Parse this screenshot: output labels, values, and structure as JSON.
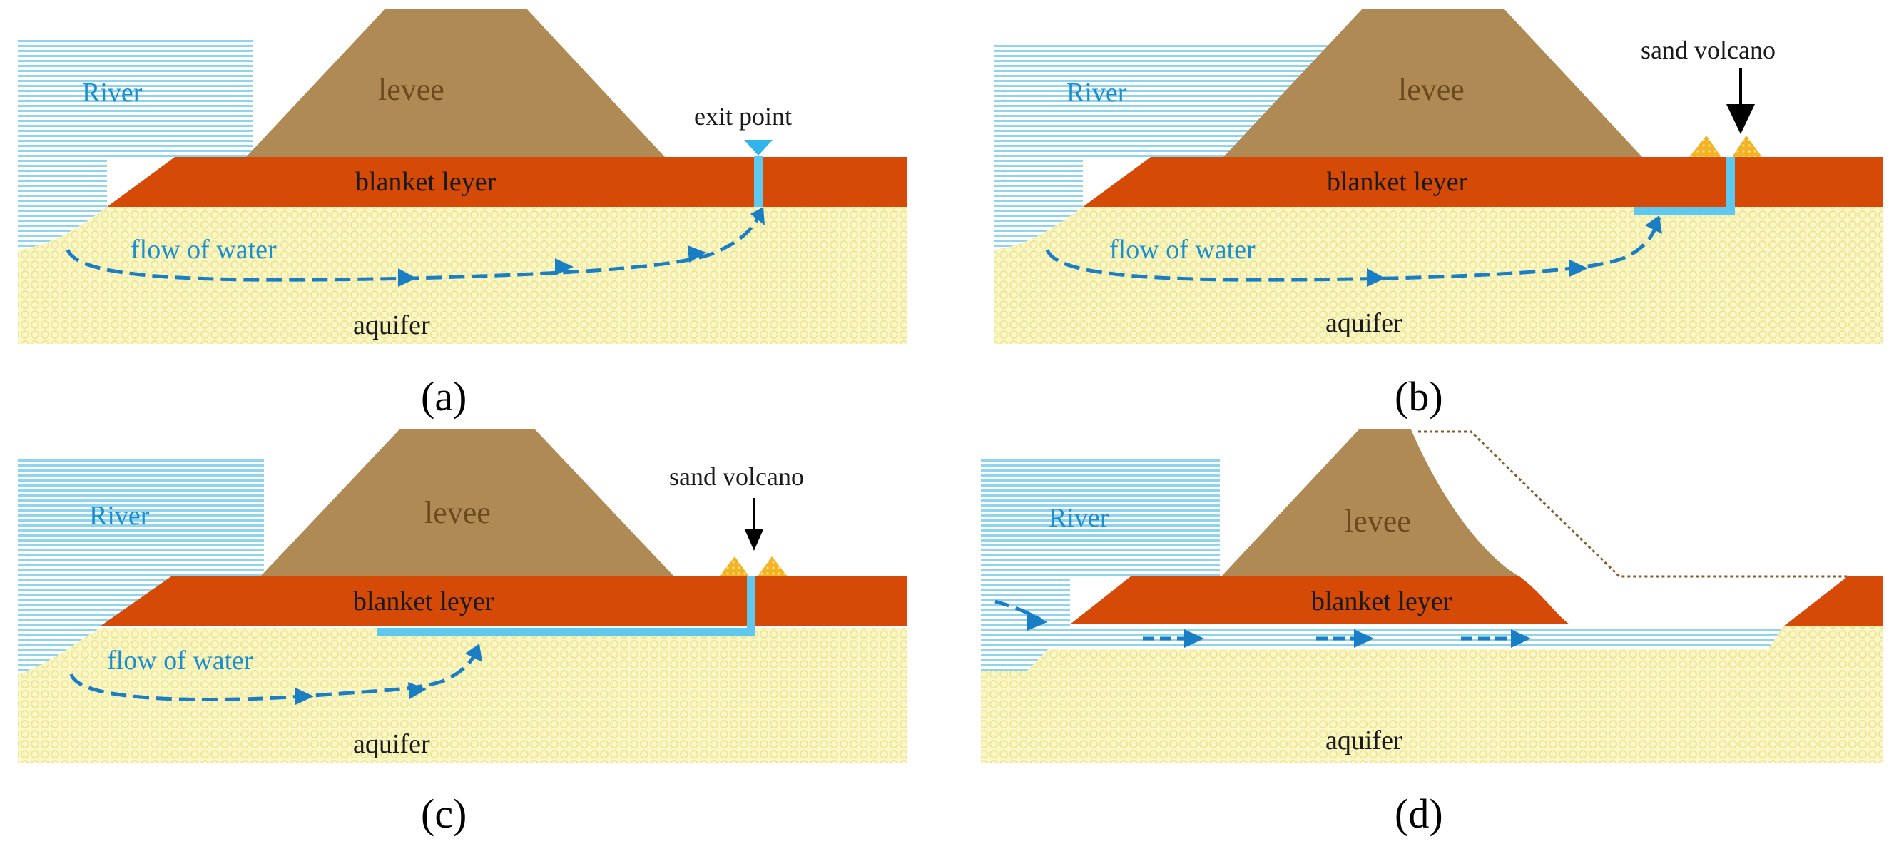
{
  "colors": {
    "river": "#1a8fd0",
    "water_stripe": "#8fd4ef",
    "levee": "#b08a55",
    "blanket": "#d64a08",
    "aquifer_bg": "#fbf8c6",
    "aquifer_dot": "#ece59a",
    "pipe": "#5fc8ee",
    "arrow": "#1a7ec4",
    "sand": "#f2b324"
  },
  "panels": [
    {
      "id": "a",
      "caption_text": "(a)",
      "river": "River",
      "levee": "levee",
      "blanket": "blanket leyer",
      "flow": "flow of water",
      "aquifer": "aquifer",
      "annotation": "exit point"
    },
    {
      "id": "b",
      "caption_text": "(b)",
      "river": "River",
      "levee": "levee",
      "blanket": "blanket leyer",
      "flow": "flow of water",
      "aquifer": "aquifer",
      "annotation": "sand volcano"
    },
    {
      "id": "c",
      "caption_text": "(c)",
      "river": "River",
      "levee": "levee",
      "blanket": "blanket leyer",
      "flow": "flow of water",
      "aquifer": "aquifer",
      "annotation": "sand volcano"
    },
    {
      "id": "d",
      "caption_text": "(d)",
      "river": "River",
      "levee": "levee",
      "blanket": "blanket leyer",
      "aquifer": "aquifer"
    }
  ]
}
